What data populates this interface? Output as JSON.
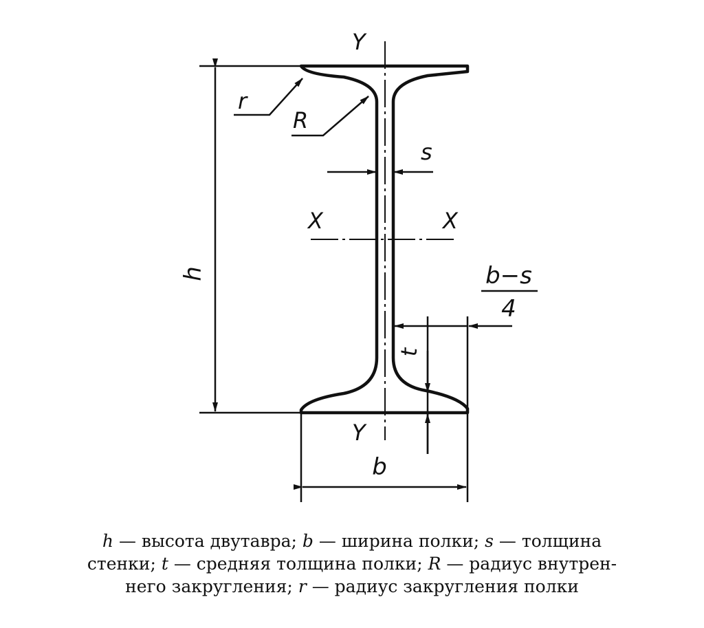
{
  "diagram": {
    "axis_y_top": "Y",
    "axis_y_bottom": "Y",
    "axis_x_left": "X",
    "axis_x_right": "X",
    "dim_h": "h",
    "dim_b": "b",
    "dim_s": "s",
    "dim_t": "t",
    "dim_R": "R",
    "dim_r": "r",
    "fraction_numerator": "b−s",
    "fraction_denominator": "4"
  },
  "caption": {
    "line1": [
      {
        "sym": "h",
        "text": " — высота двутавра;  "
      },
      {
        "sym": "b",
        "text": " — ширина полки;   "
      },
      {
        "sym": "s",
        "text": " — толщина"
      }
    ],
    "line2": [
      {
        "sym": "",
        "text": "стенки; "
      },
      {
        "sym": "t",
        "text": " — средняя толщина полки; "
      },
      {
        "sym": "R",
        "text": " — радиус внутрен-"
      }
    ],
    "line3": [
      {
        "sym": "",
        "text": "него закругления; "
      },
      {
        "sym": "r",
        "text": " — радиус закругления полки"
      }
    ]
  }
}
